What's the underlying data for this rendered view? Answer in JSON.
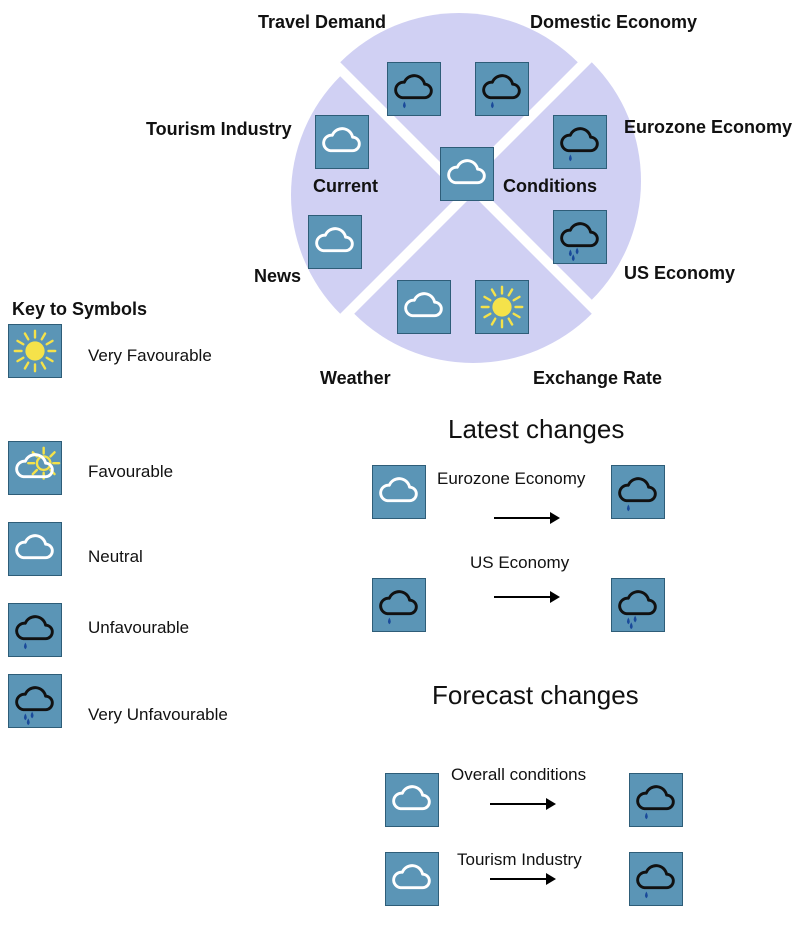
{
  "wheel": {
    "fill_color": "#d0d0f3",
    "center_labels": [
      "Current",
      "Conditions"
    ],
    "center_symbol": "neutral",
    "segments": [
      {
        "label": "Travel Demand",
        "symbol": "unfavourable"
      },
      {
        "label": "Domestic Economy",
        "symbol": "unfavourable"
      },
      {
        "label": "Eurozone Economy",
        "symbol": "unfavourable"
      },
      {
        "label": "US Economy",
        "symbol": "very_unfavourable"
      },
      {
        "label": "Exchange Rate",
        "symbol": "very_favourable"
      },
      {
        "label": "Weather",
        "symbol": "neutral"
      },
      {
        "label": "News",
        "symbol": "neutral"
      },
      {
        "label": "Tourism Industry",
        "symbol": "neutral"
      }
    ]
  },
  "key": {
    "title": "Key to Symbols",
    "items": [
      {
        "symbol": "very_favourable",
        "label": "Very Favourable"
      },
      {
        "symbol": "favourable",
        "label": "Favourable"
      },
      {
        "symbol": "neutral",
        "label": "Neutral"
      },
      {
        "symbol": "unfavourable",
        "label": "Unfavourable"
      },
      {
        "symbol": "very_unfavourable",
        "label": "Very Unfavourable"
      }
    ]
  },
  "latest": {
    "title": "Latest changes",
    "items": [
      {
        "label": "Eurozone Economy",
        "from": "neutral",
        "to": "unfavourable"
      },
      {
        "label": "US Economy",
        "from": "unfavourable",
        "to": "very_unfavourable"
      }
    ]
  },
  "forecast": {
    "title": "Forecast changes",
    "items": [
      {
        "label": "Overall conditions",
        "from": "neutral",
        "to": "unfavourable"
      },
      {
        "label": "Tourism Industry",
        "from": "neutral",
        "to": "unfavourable"
      }
    ]
  },
  "colors": {
    "icon_bg": "#5b95b6",
    "sun": "#f5e24a",
    "cloud_neutral": "#ffffff",
    "cloud_unfavourable": "#111111",
    "rain": "#1a4a9a"
  }
}
